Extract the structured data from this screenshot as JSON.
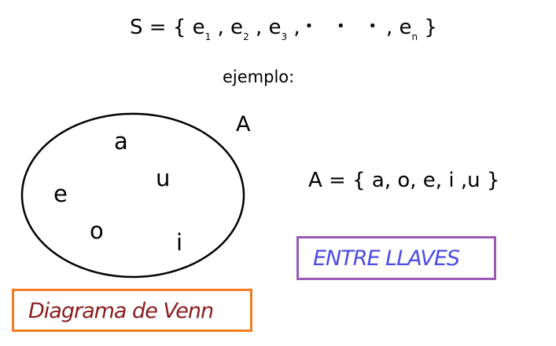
{
  "formula": {
    "prefix": "S = { e",
    "sub1": "1",
    "sep1": " , e",
    "sub2": "2",
    "sep2": " , e",
    "sub3": "3",
    "sep3": " ,",
    "dots": "• • •",
    "sep4": ", e",
    "subn": "n",
    "suffix": " }"
  },
  "example_label": "ejemplo:",
  "venn": {
    "set_name": "A",
    "elements": [
      "a",
      "u",
      "e",
      "o",
      "i"
    ]
  },
  "set_notation": "A = { a, o, e, i ,u }",
  "boxes": {
    "llaves": "ENTRE LLAVES",
    "venn_caption": "Diagrama de Venn"
  },
  "colors": {
    "llaves_border": "#9b59b6",
    "llaves_text": "#4a4ae8",
    "venn_border": "#f47b20",
    "venn_text": "#8b1c1c"
  }
}
